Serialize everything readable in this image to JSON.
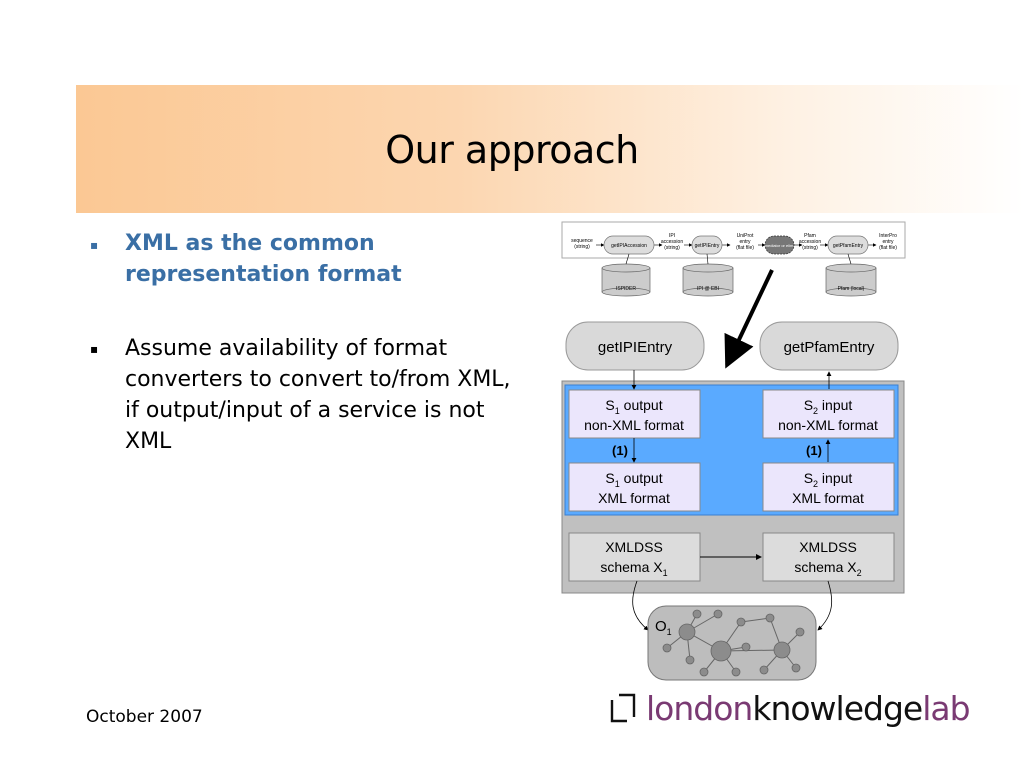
{
  "slide": {
    "title": "Our approach",
    "bullets": [
      {
        "text": "XML as the common representation format",
        "bullet_symbol": "▪",
        "color": "#3a6fa5"
      },
      {
        "text": "Assume availability of format converters to convert to/from XML, if output/input of a service is not XML",
        "bullet_symbol": "▪",
        "color": "#000000"
      }
    ],
    "footer_date": "October 2007",
    "logo": {
      "part1": "london",
      "part2": "knowledge",
      "part3": "lab"
    }
  },
  "workflow": {
    "labels": {
      "sequence": [
        "sequence",
        "(string)"
      ],
      "ipi_accession": [
        "IPI",
        "accession",
        "(string)"
      ],
      "uniprot_entry": [
        "UniProt",
        "entry",
        "(flat file)"
      ],
      "pfam_accession": [
        "Pfam",
        "accession",
        "(string)"
      ],
      "interpro_entry": [
        "InterPro",
        "entry",
        "(flat file)"
      ]
    },
    "services": [
      "getIPIAccession",
      "getIPIEntry",
      "mediator or elim",
      "getPfamEntry"
    ],
    "databases": [
      "ISPIDER",
      "IPI @ EBI",
      "Pfam (local)"
    ]
  },
  "diagram": {
    "service1": "getIPIEntry",
    "service2": "getPfamEntry",
    "s1_output_nonxml": {
      "label": "S",
      "sub": "1",
      "rest": " output",
      "line2": "non-XML format"
    },
    "s2_input_nonxml": {
      "label": "S",
      "sub": "2",
      "rest": " input",
      "line2": "non-XML format"
    },
    "s1_output_xml": {
      "label": "S",
      "sub": "1",
      "rest": " output",
      "line2": "XML format"
    },
    "s2_input_xml": {
      "label": "S",
      "sub": "2",
      "rest": " input",
      "line2": "XML format"
    },
    "converter_label_left": "(1)",
    "converter_label_right": "(1)",
    "xmldss1": {
      "line1": "XMLDSS",
      "line2_prefix": "schema X",
      "sub": "1"
    },
    "xmldss2": {
      "line1": "XMLDSS",
      "line2_prefix": "schema X",
      "sub": "2"
    },
    "ontology": {
      "label": "O",
      "sub": "1"
    }
  }
}
